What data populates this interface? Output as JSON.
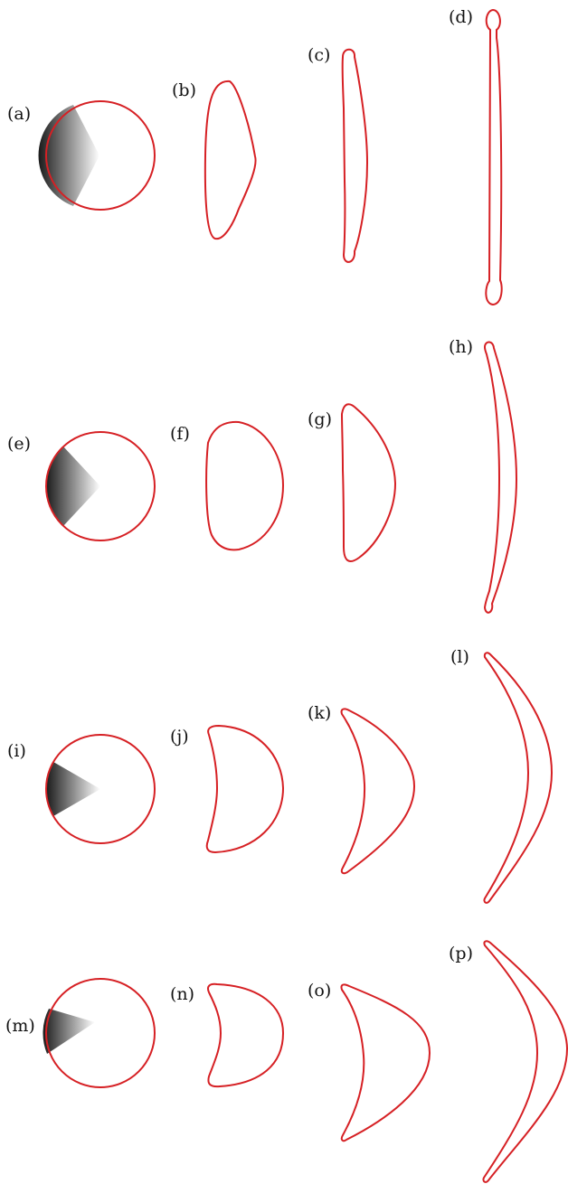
{
  "panels": [
    {
      "id": "a",
      "label": "(a)",
      "shape": "circle-with-shaded-sector"
    },
    {
      "id": "b",
      "label": "(b)",
      "shape": "rounded-slab"
    },
    {
      "id": "c",
      "label": "(c)",
      "shape": "thin-rod"
    },
    {
      "id": "d",
      "label": "(d)",
      "shape": "thin-rod-bulbous-ends"
    },
    {
      "id": "e",
      "label": "(e)",
      "shape": "circle-with-shaded-sector"
    },
    {
      "id": "f",
      "label": "(f)",
      "shape": "d-shape"
    },
    {
      "id": "g",
      "label": "(g)",
      "shape": "d-shape-elongated"
    },
    {
      "id": "h",
      "label": "(h)",
      "shape": "curved-rod"
    },
    {
      "id": "i",
      "label": "(i)",
      "shape": "circle-with-shaded-sector"
    },
    {
      "id": "j",
      "label": "(j)",
      "shape": "concave-d"
    },
    {
      "id": "k",
      "label": "(k)",
      "shape": "crescent"
    },
    {
      "id": "l",
      "label": "(l)",
      "shape": "thin-crescent"
    },
    {
      "id": "m",
      "label": "(m)",
      "shape": "circle-with-shaded-sector"
    },
    {
      "id": "n",
      "label": "(n)",
      "shape": "concave-d"
    },
    {
      "id": "o",
      "label": "(o)",
      "shape": "crescent"
    },
    {
      "id": "p",
      "label": "(p)",
      "shape": "thin-crescent"
    }
  ],
  "colors": {
    "outline": "#d62024",
    "shading_dark": "#1a1a1a",
    "shading_light": "#ffffff"
  }
}
